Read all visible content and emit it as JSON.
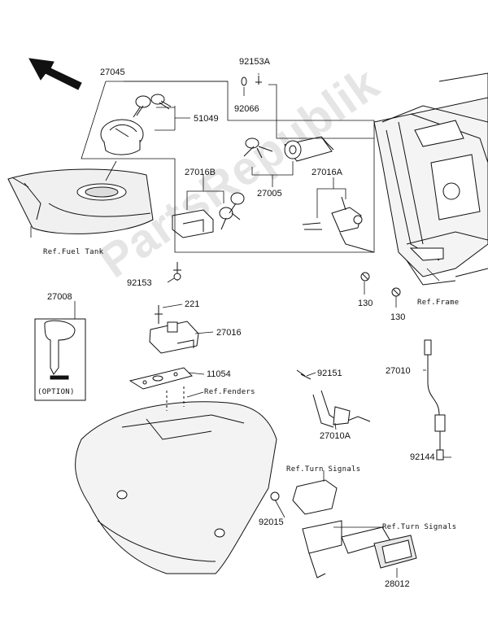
{
  "watermark": "PartsRepublik",
  "parts": {
    "p27045": "27045",
    "p92153A": "92153A",
    "p92066": "92066",
    "p51049": "51049",
    "p27016B": "27016B",
    "p27016A": "27016A",
    "p27005": "27005",
    "p92153": "92153",
    "p27008": "27008",
    "p221": "221",
    "p27016": "27016",
    "p11054": "11054",
    "p130a": "130",
    "p130b": "130",
    "p92151": "92151",
    "p27010": "27010",
    "p27010A": "27010A",
    "p92144": "92144",
    "p92015": "92015",
    "p28012": "28012"
  },
  "refs": {
    "fuel_tank": "Ref.Fuel Tank",
    "frame": "Ref.Frame",
    "fenders": "Ref.Fenders",
    "turn_signals_1": "Ref.Turn Signals",
    "turn_signals_2": "Ref.Turn Signals"
  },
  "option_label": "(OPTION)"
}
